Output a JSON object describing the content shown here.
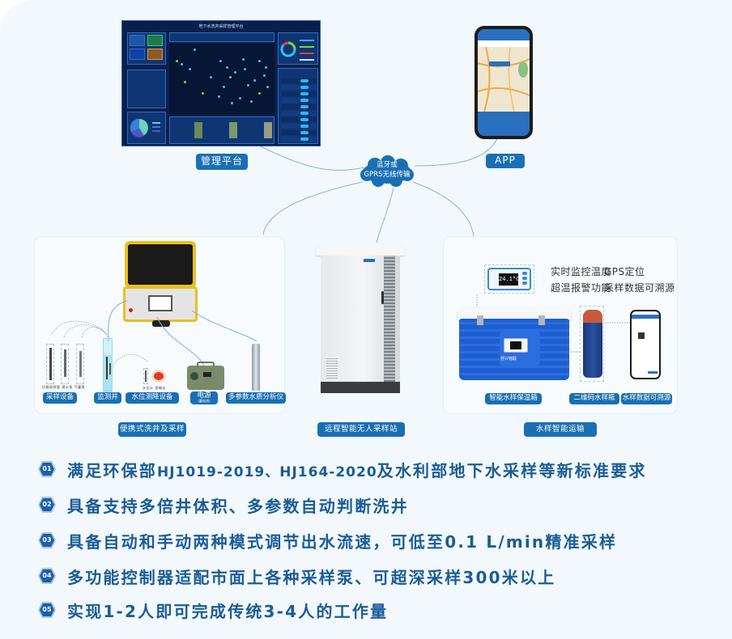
{
  "diagram": {
    "hub": {
      "line1": "蓝牙或",
      "line2": "GPRS无线传输",
      "color": "#1a6fb3"
    },
    "top_nodes": [
      {
        "id": "platform",
        "label": "管理平台",
        "screen_title": "地下水洗井采样管理平台"
      },
      {
        "id": "app",
        "label": "APP"
      }
    ],
    "groups": [
      {
        "id": "portable",
        "title": "便携式洗井及采样",
        "items": [
          "采样设备",
          "监测井",
          "水位测降设备",
          "电源",
          "多参数水质分析仪"
        ],
        "power_sub": "(蓄电池)",
        "sampling_device_captions": [
          "贝勒采样管",
          "潜水泵",
          "气囊泵"
        ],
        "level_device_captions": [
          "水位计",
          "测绳仪"
        ]
      },
      {
        "id": "station",
        "title": "远程智能无人采样站"
      },
      {
        "id": "transport",
        "title": "水样智能运输",
        "items": [
          "智能水样保温箱",
          "二维码水样瓶",
          "水样数据可溯源"
        ],
        "features": [
          "实时监控温度",
          "GPS定位",
          "超温报警功能",
          "采样数据可溯源"
        ],
        "display_reading": "24.1°C",
        "brand": "舒兴物联"
      }
    ]
  },
  "features": [
    {
      "num": "01",
      "parts": [
        {
          "t": "满足环保部",
          "lat": false
        },
        {
          "t": "HJ1019-2019、HJ164-2020",
          "lat": true
        },
        {
          "t": "及水利部地下水采样等新标准要求",
          "lat": false
        }
      ]
    },
    {
      "num": "02",
      "parts": [
        {
          "t": "具备支持多倍井体积、多参数自动判断洗井",
          "lat": false
        }
      ]
    },
    {
      "num": "03",
      "parts": [
        {
          "t": "具备自动和手动两种模式调节出水流速，可低至0.1 L/min精准采样",
          "lat": false
        }
      ]
    },
    {
      "num": "04",
      "parts": [
        {
          "t": "多功能控制器适配市面上各种采样泵、可超深采样300米以上",
          "lat": false
        }
      ]
    },
    {
      "num": "05",
      "parts": [
        {
          "t": "实现1-2人即可完成传统3-4人的工作量",
          "lat": false
        }
      ]
    }
  ]
}
